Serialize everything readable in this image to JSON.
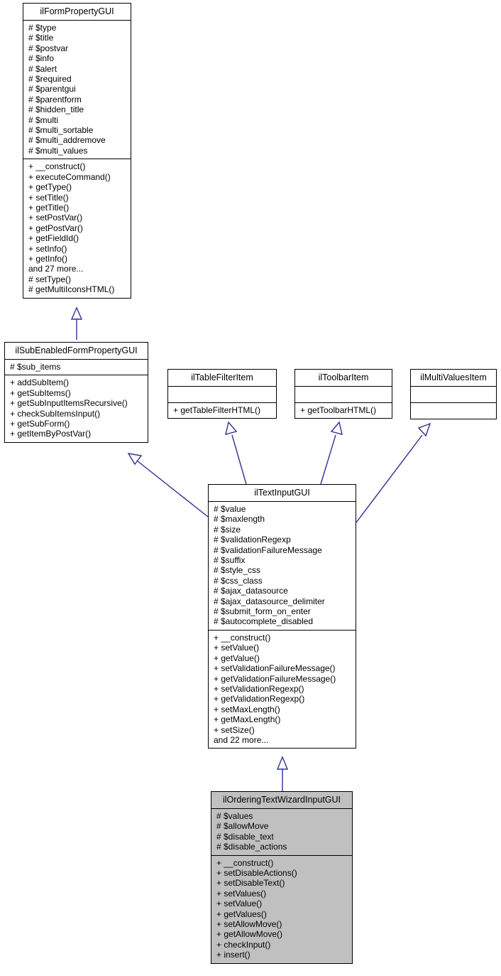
{
  "diagram": {
    "type": "uml-class-inheritance",
    "title": "ilOrderingTextWizardInputGUI inheritance diagram",
    "accent_color": "#2e3192",
    "highlight_color": "#c0c0c0",
    "box_border_color": "#000000",
    "background_color": "#ffffff"
  },
  "classes": {
    "il_form_property_gui": {
      "name": "ilFormPropertyGUI",
      "highlighted": false,
      "attributes": [
        "# $type",
        "# $title",
        "# $postvar",
        "# $info",
        "# $alert",
        "# $required",
        "# $parentgui",
        "# $parentform",
        "# $hidden_title",
        "# $multi",
        "# $multi_sortable",
        "# $multi_addremove",
        "# $multi_values"
      ],
      "methods": [
        "+ __construct()",
        "+ executeCommand()",
        "+ getType()",
        "+ setTitle()",
        "+ getTitle()",
        "+ setPostVar()",
        "+ getPostVar()",
        "+ getFieldId()",
        "+ setInfo()",
        "+ getInfo()",
        "and 27 more...",
        "# setType()",
        "# getMultiIconsHTML()"
      ]
    },
    "il_sub_enabled_form_property_gui": {
      "name": "ilSubEnabledFormPropertyGUI",
      "highlighted": false,
      "attributes": [
        "# $sub_items"
      ],
      "methods": [
        "+ addSubItem()",
        "+ getSubItems()",
        "+ getSubInputItemsRecursive()",
        "+ checkSubItemsInput()",
        "+ getSubForm()",
        "+ getItemByPostVar()"
      ]
    },
    "il_table_filter_item": {
      "name": "ilTableFilterItem",
      "highlighted": false,
      "attributes": [],
      "methods": [
        "+ getTableFilterHTML()"
      ]
    },
    "il_toolbar_item": {
      "name": "ilToolbarItem",
      "highlighted": false,
      "attributes": [],
      "methods": [
        "+ getToolbarHTML()"
      ]
    },
    "il_multi_values_item": {
      "name": "ilMultiValuesItem",
      "highlighted": false,
      "attributes": [],
      "methods": []
    },
    "il_text_input_gui": {
      "name": "ilTextInputGUI",
      "highlighted": false,
      "attributes": [
        "# $value",
        "# $maxlength",
        "# $size",
        "# $validationRegexp",
        "# $validationFailureMessage",
        "# $suffix",
        "# $style_css",
        "# $css_class",
        "# $ajax_datasource",
        "# $ajax_datasource_delimiter",
        "# $submit_form_on_enter",
        "# $autocomplete_disabled"
      ],
      "methods": [
        "+ __construct()",
        "+ setValue()",
        "+ getValue()",
        "+ setValidationFailureMessage()",
        "+ getValidationFailureMessage()",
        "+ setValidationRegexp()",
        "+ getValidationRegexp()",
        "+ setMaxLength()",
        "+ getMaxLength()",
        "+ setSize()",
        "and 22 more..."
      ]
    },
    "il_ordering_text_wizard_input_gui": {
      "name": "ilOrderingTextWizardInputGUI",
      "highlighted": true,
      "attributes": [
        "# $values",
        "# $allowMove",
        "# $disable_text",
        "# $disable_actions"
      ],
      "methods": [
        "+ __construct()",
        "+ setDisableActions()",
        "+ setDisableText()",
        "+ setValues()",
        "+ setValue()",
        "+ getValues()",
        "+ setAllowMove()",
        "+ getAllowMove()",
        "+ checkInput()",
        "+ insert()"
      ]
    }
  },
  "relations": [
    {
      "from": "ilSubEnabledFormPropertyGUI",
      "to": "ilFormPropertyGUI",
      "kind": "generalization"
    },
    {
      "from": "ilTextInputGUI",
      "to": "ilSubEnabledFormPropertyGUI",
      "kind": "generalization"
    },
    {
      "from": "ilTextInputGUI",
      "to": "ilTableFilterItem",
      "kind": "realization"
    },
    {
      "from": "ilTextInputGUI",
      "to": "ilToolbarItem",
      "kind": "realization"
    },
    {
      "from": "ilTextInputGUI",
      "to": "ilMultiValuesItem",
      "kind": "realization"
    },
    {
      "from": "ilOrderingTextWizardInputGUI",
      "to": "ilTextInputGUI",
      "kind": "generalization"
    }
  ]
}
